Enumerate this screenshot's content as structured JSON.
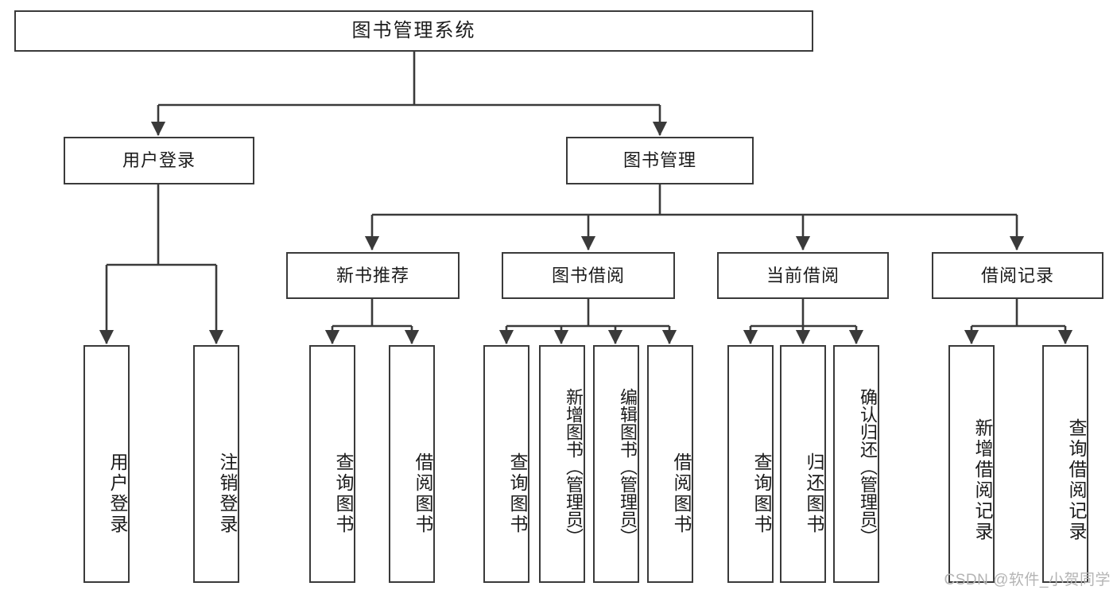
{
  "diagram": {
    "type": "tree-hierarchy-chart",
    "title": "图书管理系统",
    "watermark": "CSDN @软件_小贺同学",
    "colors": {
      "box_border": "#3a3a3a",
      "box_fill": "#ffffff",
      "connector": "#3a3a3a",
      "text": "#1b1b1b",
      "watermark": "#b4b4b4",
      "background": "#ffffff"
    },
    "root": {
      "id": "root",
      "label": "图书管理系统"
    },
    "level1": [
      {
        "id": "user-login",
        "label": "用户登录"
      },
      {
        "id": "book-manage",
        "label": "图书管理"
      }
    ],
    "level2": [
      {
        "id": "new-book-recommend",
        "label": "新书推荐",
        "parent": "book-manage"
      },
      {
        "id": "book-borrow",
        "label": "图书借阅",
        "parent": "book-manage"
      },
      {
        "id": "current-borrow",
        "label": "当前借阅",
        "parent": "book-manage"
      },
      {
        "id": "borrow-record",
        "label": "借阅记录",
        "parent": "book-manage"
      }
    ],
    "leaves": [
      {
        "id": "leaf-user-login",
        "label": "用户登录",
        "parent": "user-login"
      },
      {
        "id": "leaf-user-logout",
        "label": "注销登录",
        "parent": "user-login"
      },
      {
        "id": "leaf-query-book-1",
        "label": "查询图书",
        "parent": "new-book-recommend"
      },
      {
        "id": "leaf-borrow-book-1",
        "label": "借阅图书",
        "parent": "new-book-recommend"
      },
      {
        "id": "leaf-query-book-2",
        "label": "查询图书",
        "parent": "book-borrow"
      },
      {
        "id": "leaf-add-book-admin",
        "label": "新增图书（管理员）",
        "parent": "book-borrow"
      },
      {
        "id": "leaf-edit-book-admin",
        "label": "编辑图书（管理员）",
        "parent": "book-borrow"
      },
      {
        "id": "leaf-borrow-book-2",
        "label": "借阅图书",
        "parent": "book-borrow"
      },
      {
        "id": "leaf-query-book-3",
        "label": "查询图书",
        "parent": "current-borrow"
      },
      {
        "id": "leaf-return-book",
        "label": "归还图书",
        "parent": "current-borrow"
      },
      {
        "id": "leaf-confirm-return-admin",
        "label": "确认归还（管理员）",
        "parent": "current-borrow"
      },
      {
        "id": "leaf-add-borrow-record",
        "label": "新增借阅记录",
        "parent": "borrow-record"
      },
      {
        "id": "leaf-query-borrow-record",
        "label": "查询借阅记录",
        "parent": "borrow-record"
      }
    ]
  }
}
